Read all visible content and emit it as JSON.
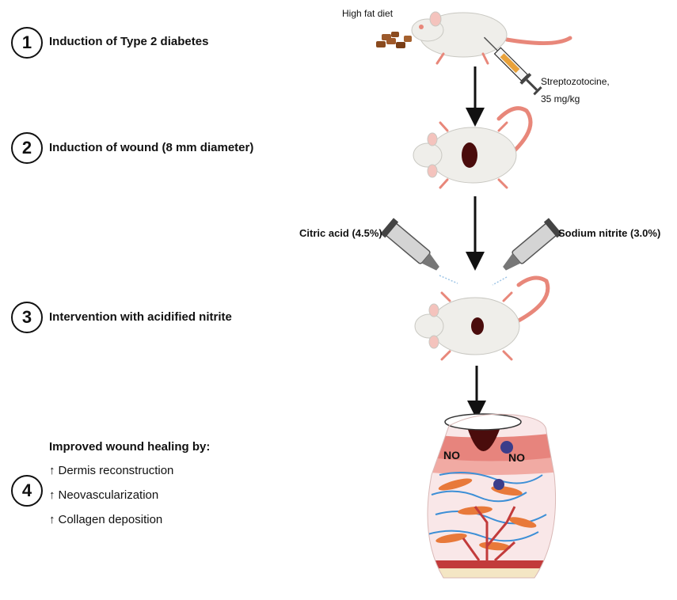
{
  "steps": [
    {
      "number": "1",
      "text": "Induction of Type 2 diabetes"
    },
    {
      "number": "2",
      "text": "Induction of wound (8 mm diameter)"
    },
    {
      "number": "3",
      "text": "Intervention with acidified nitrite"
    },
    {
      "number": "4",
      "text": "Improved wound healing by:"
    }
  ],
  "outcomes": [
    {
      "arrow": "↑",
      "text": "Dermis reconstruction"
    },
    {
      "arrow": "↑",
      "text": "Neovascularization"
    },
    {
      "arrow": "↑",
      "text": "Collagen deposition"
    }
  ],
  "labels": {
    "diet": "High fat diet",
    "stz_name": "Streptozotocine,",
    "stz_dose": "35 mg/kg",
    "citric": "Citric acid (4.5%)",
    "nitrite": "Sodium nitrite (3.0%)",
    "no_left": "NO",
    "no_right": "NO"
  },
  "colors": {
    "rat_body": "#efeeea",
    "rat_tail": "#e8877a",
    "wound": "#4a0c0c",
    "skin_band": "#e7847d",
    "fibroblast": "#e8793a",
    "collagen": "#3d8fd6",
    "vessel": "#c23b3b",
    "fat_layer": "#f4e6c4"
  }
}
